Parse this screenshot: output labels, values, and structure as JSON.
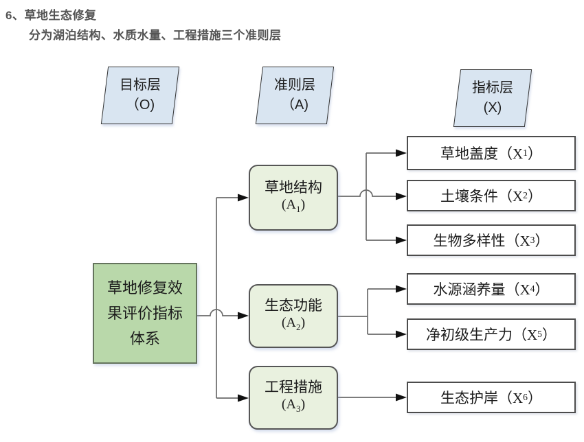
{
  "page": {
    "title": "6、草地生态修复",
    "subtitle": "分为湖泊结构、水质水量、工程措施三个准则层"
  },
  "layer_headers": [
    {
      "line1": "目标层",
      "line2": "（O)"
    },
    {
      "line1": "准则层",
      "line2": "（A)"
    },
    {
      "line1": "指标层",
      "line2": "(X)"
    }
  ],
  "goal_node": {
    "lines": [
      "草地修复效",
      "果评价指标",
      "体系"
    ]
  },
  "criteria_nodes": [
    {
      "label": "草地结构",
      "code_pre": "(A",
      "code_sub": "1",
      "code_post": ")"
    },
    {
      "label": "生态功能",
      "code_pre": "(A",
      "code_sub": "2",
      "code_post": ")"
    },
    {
      "label": "工程措施",
      "code_pre": "(A",
      "code_sub": "3",
      "code_post": ")"
    }
  ],
  "indicator_nodes": [
    {
      "text_pre": "草地盖度（X",
      "sub": "1",
      "text_post": "）"
    },
    {
      "text_pre": "土壤条件（X",
      "sub": "2",
      "text_post": "）"
    },
    {
      "text_pre": "生物多样性（X",
      "sub": "3",
      "text_post": "）"
    },
    {
      "text_pre": "水源涵养量（X",
      "sub": "4",
      "text_post": "）"
    },
    {
      "text_pre": "净初级生产力（X",
      "sub": "5",
      "text_post": "）"
    },
    {
      "text_pre": "生态护岸（X",
      "sub": "6",
      "text_post": "）"
    }
  ],
  "colors": {
    "layer_fill": "#d9e5f1",
    "goal_fill": "#b9d8aa",
    "criteria_fill": "#e9f1df",
    "indicator_fill": "#ffffff",
    "line_color": "#6a6a6a",
    "arrow_color": "#111111",
    "title_color": "#545454"
  }
}
